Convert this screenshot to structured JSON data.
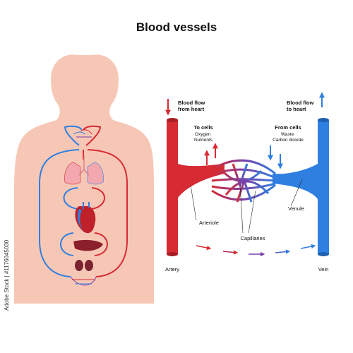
{
  "title": "Blood vessels",
  "labels": {
    "blood_flow_from_heart": [
      "Blood flow",
      "from heart"
    ],
    "blood_flow_to_heart": [
      "Blood flow",
      "to heart"
    ],
    "to_cells": "To cells",
    "to_cells_items": [
      "Oxygen",
      "Nutrients"
    ],
    "from_cells": "From cells",
    "from_cells_items": [
      "Waste",
      "Carbon dioxide"
    ],
    "arteriole": "Arteriole",
    "capillaries": "Capillaries",
    "venule": "Venule",
    "artery": "Artery",
    "vein": "Vein"
  },
  "side_text": "Adobe Stock | #1176045030",
  "watermark": "Adobe Stock",
  "colors": {
    "artery": "#d62b33",
    "vein": "#2f7fe0",
    "capillary_mid": "#7a3fa8",
    "skin": "#f7c7b6",
    "lung": "#f3a7ae"
  }
}
